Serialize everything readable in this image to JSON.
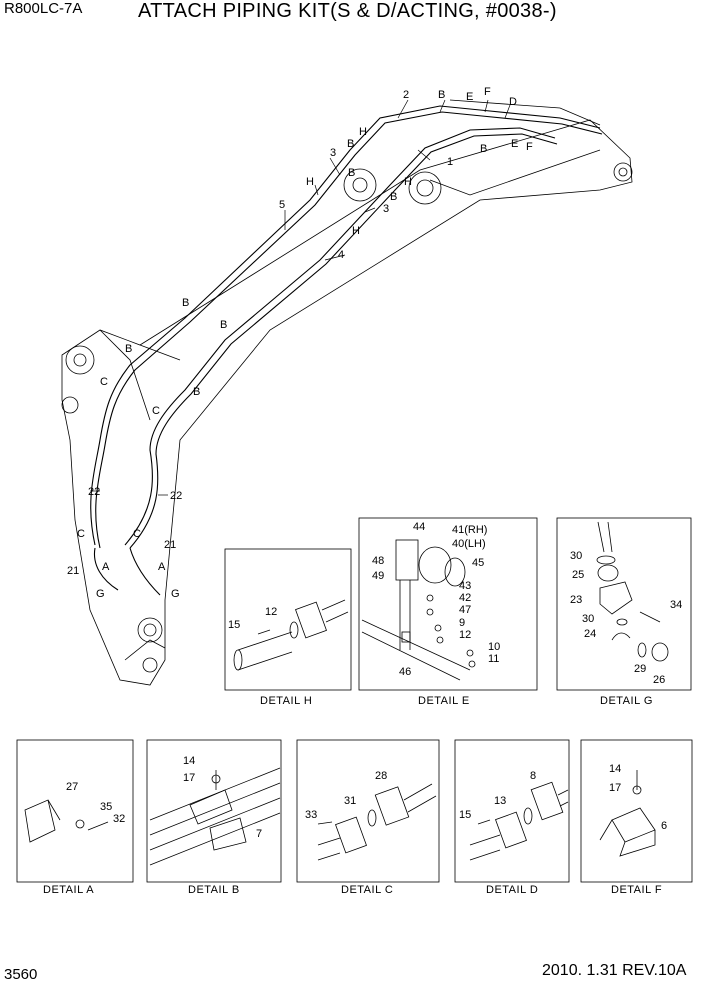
{
  "header": {
    "model": "R800LC-7A",
    "title": "ATTACH PIPING KIT(S & D/ACTING, #0038-)"
  },
  "footer": {
    "page": "3560",
    "revision": "2010. 1.31  REV.10A"
  },
  "main_labels": {
    "n1": "1",
    "n2": "2",
    "n3a": "3",
    "n3b": "3",
    "n4": "4",
    "n5": "5",
    "n21a": "21",
    "n21b": "21",
    "n22a": "22",
    "n22b": "22",
    "Ba": "B",
    "Bb": "B",
    "Bc": "B",
    "Bd": "B",
    "Be": "B",
    "Bf": "B",
    "Bg": "B",
    "Bh": "B",
    "Bi": "B",
    "Ca": "C",
    "Cb": "C",
    "Cc": "C",
    "Cd": "C",
    "Da": "D",
    "Ea": "E",
    "Eb": "E",
    "Fa": "F",
    "Fb": "F",
    "Ga": "G",
    "Gb": "G",
    "Ha": "H",
    "Hb": "H",
    "Hc": "H",
    "Hd": "H",
    "Aa": "A",
    "Ab": "A"
  },
  "details": {
    "H": {
      "caption": "DETAIL  H",
      "labels": [
        "15",
        "12"
      ]
    },
    "E": {
      "caption": "DETAIL  E",
      "labels": [
        "44",
        "41(RH)",
        "40(LH)",
        "45",
        "48",
        "49",
        "43",
        "42",
        "47",
        "9",
        "12",
        "10",
        "11",
        "46"
      ]
    },
    "G": {
      "caption": "DETAIL  G",
      "labels": [
        "30",
        "25",
        "23",
        "34",
        "30",
        "24",
        "29",
        "26"
      ]
    },
    "A": {
      "caption": "DETAIL  A",
      "labels": [
        "27",
        "35",
        "32"
      ]
    },
    "B": {
      "caption": "DETAIL  B",
      "labels": [
        "14",
        "17",
        "7"
      ]
    },
    "C": {
      "caption": "DETAIL  C",
      "labels": [
        "28",
        "31",
        "33"
      ]
    },
    "D": {
      "caption": "DETAIL  D",
      "labels": [
        "8",
        "13",
        "15"
      ]
    },
    "F": {
      "caption": "DETAIL  F",
      "labels": [
        "14",
        "17",
        "6"
      ]
    }
  }
}
